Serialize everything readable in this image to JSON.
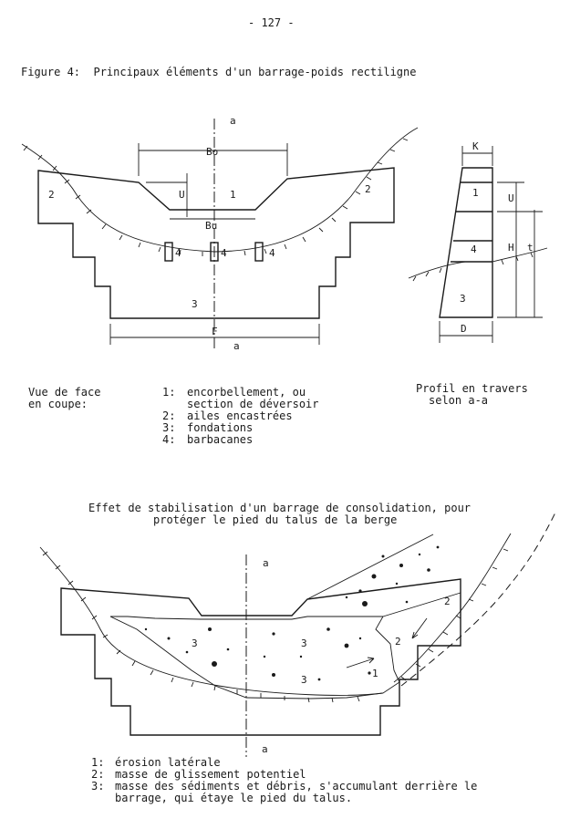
{
  "page_number": "- 127 -",
  "figure_title": "Figure 4:  Principaux éléments d'un barrage-poids rectiligne",
  "figure1": {
    "labels": {
      "a_top": "a",
      "a_bottom": "a",
      "Bo": "Bo",
      "U": "U",
      "Bu": "Bu",
      "F": "F",
      "n1": "1",
      "n2_left": "2",
      "n2_right": "2",
      "n3": "3",
      "n4_a": "4",
      "n4_b": "4",
      "n4_c": "4"
    },
    "profile_labels": {
      "K": "K",
      "n1": "1",
      "U": "U",
      "n4": "4",
      "H": "H",
      "t": "t",
      "n3": "3",
      "D": "D"
    }
  },
  "caption_left": [
    "Vue de face",
    "en coupe:"
  ],
  "legend1": [
    {
      "num": "1:",
      "text": "encorbellement, ou"
    },
    {
      "num": "",
      "text": "section de déversoir"
    },
    {
      "num": "2:",
      "text": "ailes encastrées"
    },
    {
      "num": "3:",
      "text": "fondations"
    },
    {
      "num": "4:",
      "text": "barbacanes"
    }
  ],
  "caption_right": [
    "Profil en travers",
    "selon a-a"
  ],
  "section2_title": [
    "Effet de stabilisation d'un barrage de consolidation, pour",
    "protéger le pied du talus de la berge"
  ],
  "figure2": {
    "labels": {
      "a_top": "a",
      "a_bottom": "a",
      "n3_a": "3",
      "n3_b": "3",
      "n3_c": "3",
      "n2_a": "2",
      "n2_b": "2",
      "n1": "1"
    }
  },
  "legend2": [
    {
      "num": "1:",
      "text": "érosion latérale"
    },
    {
      "num": "2:",
      "text": "masse de glissement potentiel"
    },
    {
      "num": "3:",
      "text": "masse des sédiments et débris, s'accumulant derrière le"
    },
    {
      "num": "",
      "text": "barrage, qui étaye le pied du talus."
    }
  ]
}
